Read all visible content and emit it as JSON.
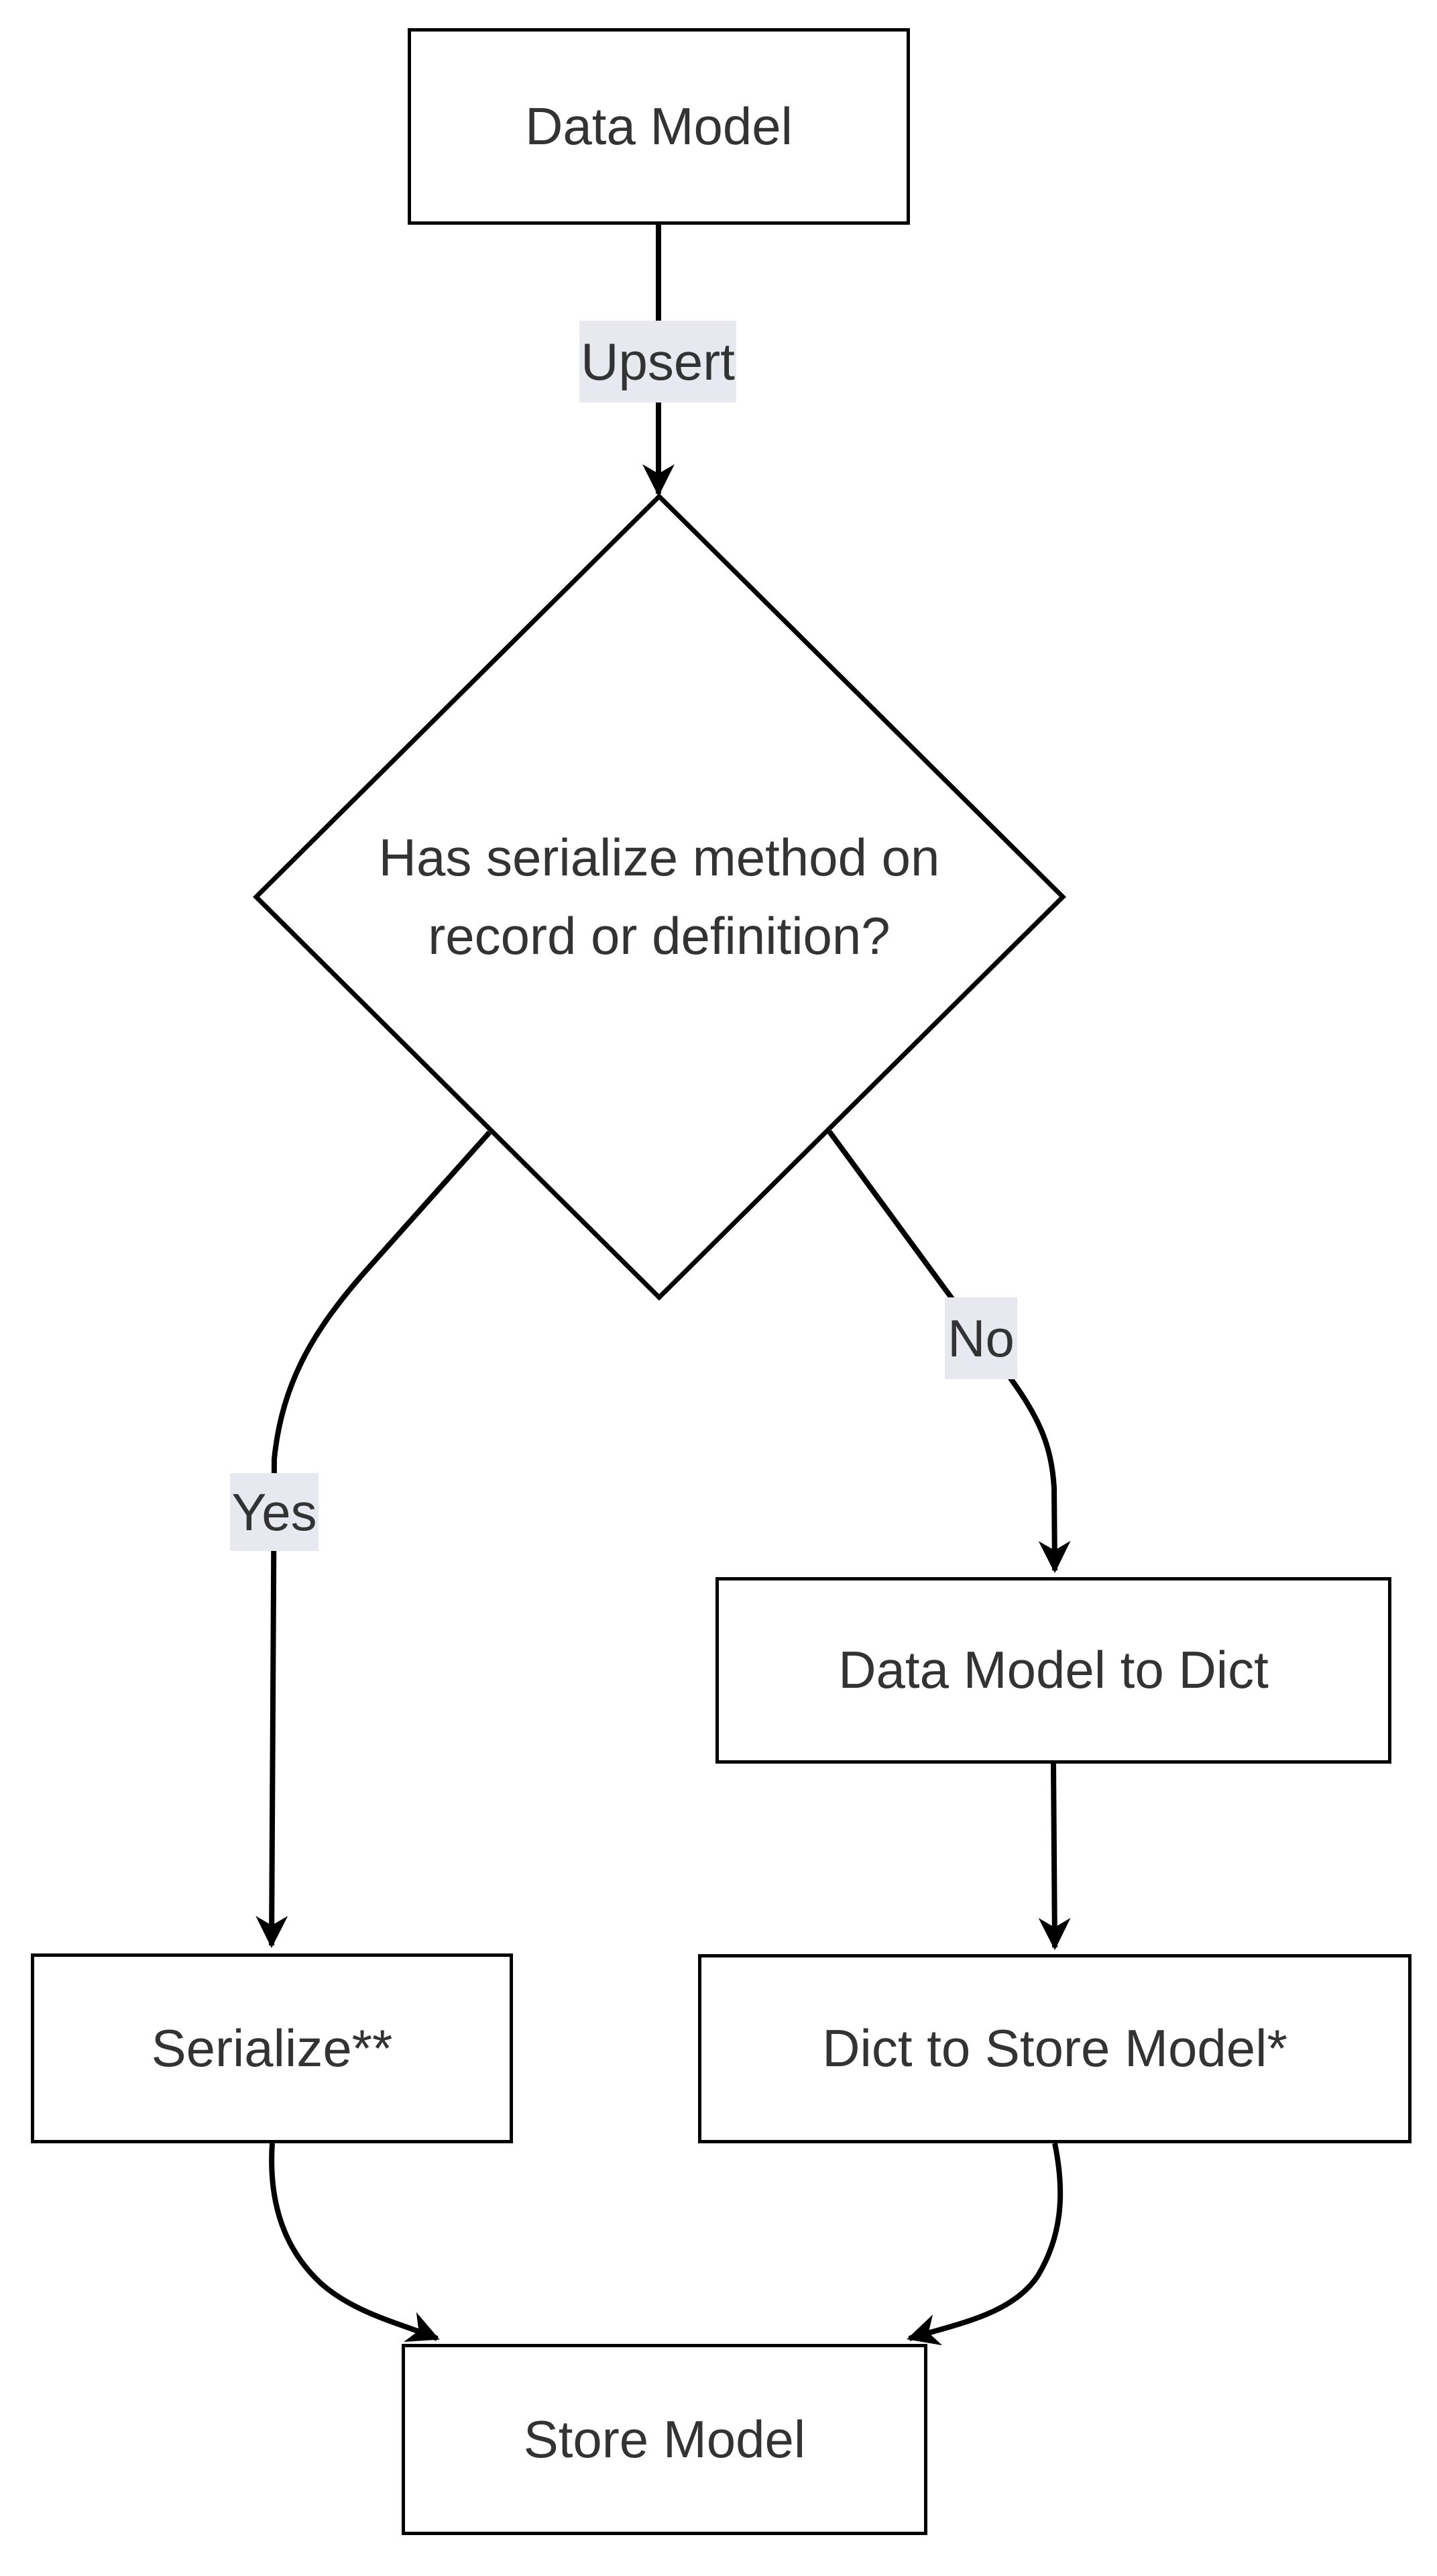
{
  "diagram": {
    "type": "flowchart",
    "background_color": "#ffffff",
    "line_color": "#000000",
    "text_color": "#333333",
    "edge_label_bg_color": "#e8e8f0",
    "nodes": [
      {
        "id": "data-model",
        "shape": "rect",
        "label": "Data Model"
      },
      {
        "id": "has-serialize-method",
        "shape": "diamond",
        "label": "Has serialize method on record or definition?",
        "label_line1": "Has serialize method on",
        "label_line2": "record or definition?"
      },
      {
        "id": "data-model-to-dict",
        "shape": "rect",
        "label": "Data Model to Dict"
      },
      {
        "id": "serialize",
        "shape": "rect",
        "label": "Serialize**"
      },
      {
        "id": "dict-to-store-model",
        "shape": "rect",
        "label": "Dict to Store Model*"
      },
      {
        "id": "store-model",
        "shape": "rect",
        "label": "Store Model"
      }
    ],
    "edges": [
      {
        "from": "data-model",
        "to": "has-serialize-method",
        "label": "Upsert"
      },
      {
        "from": "has-serialize-method",
        "to": "serialize",
        "label": "Yes"
      },
      {
        "from": "has-serialize-method",
        "to": "data-model-to-dict",
        "label": "No"
      },
      {
        "from": "data-model-to-dict",
        "to": "dict-to-store-model",
        "label": ""
      },
      {
        "from": "serialize",
        "to": "store-model",
        "label": ""
      },
      {
        "from": "dict-to-store-model",
        "to": "store-model",
        "label": ""
      }
    ]
  }
}
